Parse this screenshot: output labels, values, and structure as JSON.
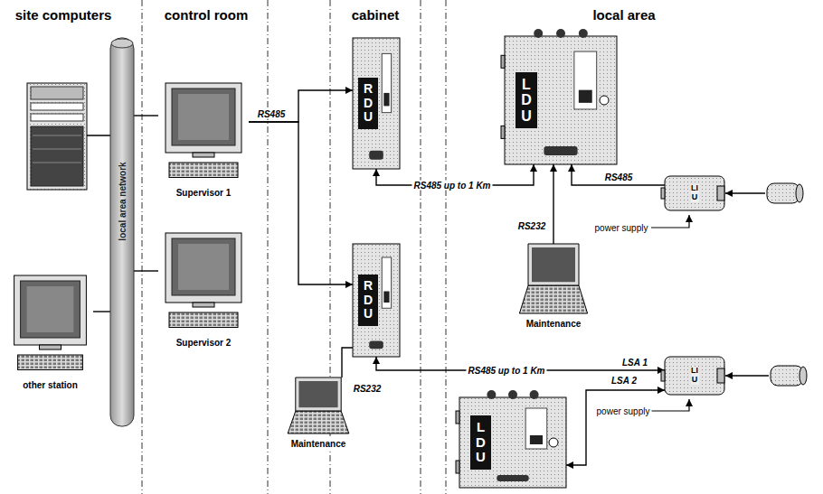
{
  "diagram": {
    "nodes": [
      {
        "text": [
          "local area network"
        ]
      },
      {
        "text": [
          "Supervisor 1"
        ]
      },
      {
        "text": [
          "Supervisor 2"
        ]
      },
      {
        "text": [
          "other station"
        ]
      },
      {
        "text": [
          "RDU"
        ]
      },
      {
        "text": [
          "LDU"
        ]
      },
      {
        "text": [
          "LIU"
        ]
      },
      {
        "text": [
          "Maintenance"
        ]
      },
      {
        "text": [
          "RDU"
        ]
      },
      {
        "text": [
          "Maintenance"
        ]
      },
      {
        "text": [
          "LIU"
        ]
      },
      {
        "text": [
          "LDU"
        ]
      }
    ],
    "edges": [
      {
        "from": 0,
        "to": 1,
        "arrow": "none"
      },
      {
        "from": 0,
        "to": 2,
        "arrow": "none"
      },
      {
        "from": 3,
        "to": 0,
        "arrow": "none"
      },
      {
        "from": 1,
        "to": 4,
        "arrow": "to",
        "label": "RS485"
      },
      {
        "from": 1,
        "to": 8,
        "arrow": "to"
      },
      {
        "from": 4,
        "to": 5,
        "arrow": "both",
        "label": "RS485 up to 1 Km"
      },
      {
        "from": 6,
        "to": 5,
        "arrow": "to",
        "label": "RS485"
      },
      {
        "from": 7,
        "to": 5,
        "arrow": "to",
        "label": "RS232"
      },
      {
        "from": 9,
        "to": 8,
        "arrow": "none",
        "label": "RS232"
      },
      {
        "from": 8,
        "to": 10,
        "arrow": "both",
        "label": "RS485 up to 1 Km"
      },
      {
        "from": 11,
        "to": 10,
        "arrow": "both",
        "label": "LSA 2"
      }
    ],
    "labels": [
      "site computers",
      "control room",
      "cabinet",
      "local area",
      "LSA 1",
      "power supply",
      "power supply"
    ]
  }
}
